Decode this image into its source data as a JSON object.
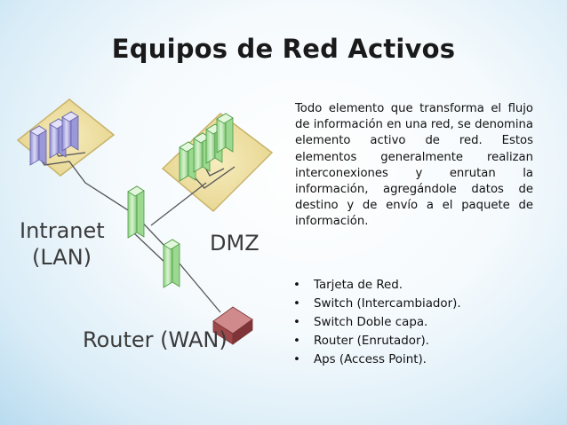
{
  "slide": {
    "title": "Equipos de Red Activos",
    "description": "Todo elemento que transforma el flujo de información en una red, se denomina elemento activo de red. Estos elementos generalmente realizan interconexiones y enrutan la información, agregándole datos de destino y de envío a el paquete de información.",
    "bullet_glyph": "•",
    "bullets": [
      "Tarjeta de Red.",
      "Switch (Intercambiador).",
      "Switch Doble capa.",
      "Router (Enrutador).",
      "Aps (Access Point)."
    ]
  },
  "diagram": {
    "labels": {
      "intranet": "Intranet",
      "lan": "(LAN)",
      "dmz": "DMZ",
      "router": "Router (WAN)"
    },
    "colors": {
      "zone_fill": "#efe3a6",
      "zone_border": "#c8b36a",
      "server_blue": "#b8b6e6",
      "server_green": "#bfe8b4",
      "router_red": "#b25b5d"
    }
  }
}
